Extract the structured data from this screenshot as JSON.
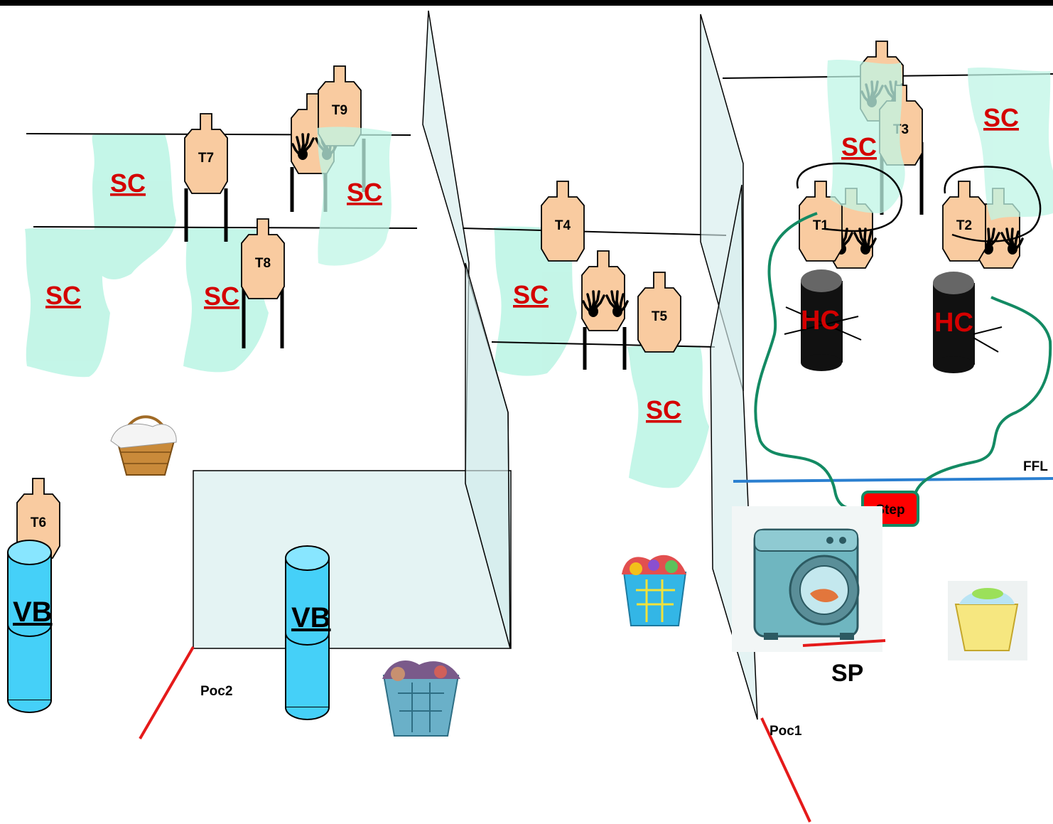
{
  "labels": {
    "soft_cover": "SC",
    "hard_cover": "HC",
    "vision_barrier": "VB",
    "shooting_position": "SP",
    "fault_line": "FFL",
    "step": "Step",
    "poc1": "Poc1",
    "poc2": "Poc2"
  },
  "targets": [
    {
      "id": "T1",
      "no_shoot": true
    },
    {
      "id": "T2",
      "no_shoot": true
    },
    {
      "id": "T3",
      "no_shoot": true
    },
    {
      "id": "T4",
      "no_shoot": true
    },
    {
      "id": "T5",
      "no_shoot": false
    },
    {
      "id": "T6",
      "no_shoot": false
    },
    {
      "id": "T7",
      "no_shoot": false
    },
    {
      "id": "T8",
      "no_shoot": false
    },
    {
      "id": "T9",
      "no_shoot": true
    }
  ],
  "colors": {
    "soft_cover": "#bff5e6",
    "target": "#f9cba0",
    "barrel": "#111111",
    "vision_barrier": "#45d0f8",
    "wall": "#d6ecec",
    "fault_line": "#2a7fd0",
    "rope": "#138a63",
    "step": "#ff0000",
    "label_red": "#d40000"
  },
  "props": [
    "laundry-basket-white",
    "laundry-basket-blue",
    "laundry-basket-colorful",
    "laundry-basket-yellow",
    "washing-machine"
  ]
}
